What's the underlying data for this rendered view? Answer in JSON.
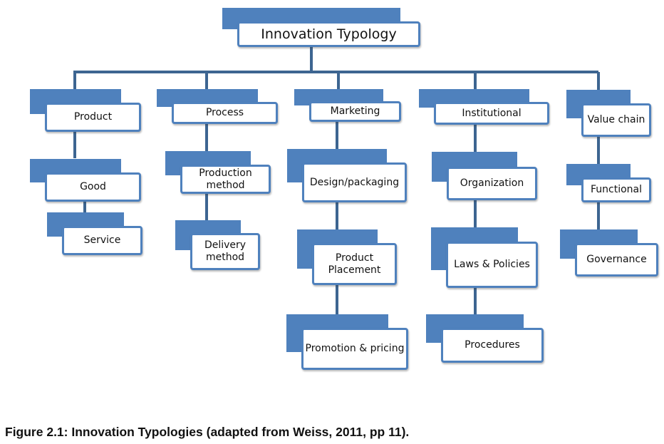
{
  "diagram": {
    "root": "Innovation Typology",
    "product": "Product",
    "good": "Good",
    "service": "Service",
    "process": "Process",
    "production_method": "Production method",
    "delivery_method": "Delivery method",
    "marketing": "Marketing",
    "design_packaging": "Design/packaging",
    "product_placement": "Product Placement",
    "promotion_pricing": "Promotion & pricing",
    "institutional": "Institutional",
    "organization": "Organization",
    "laws_policies": "Laws & Policies",
    "procedures": "Procedures",
    "value_chain": "Value chain",
    "functional": "Functional",
    "governance": "Governance"
  },
  "caption": "Figure 2.1: Innovation Typologies (adapted from Weiss, 2011, pp 11).",
  "colors": {
    "accent": "#4f81bd",
    "connector": "#3d6591"
  }
}
